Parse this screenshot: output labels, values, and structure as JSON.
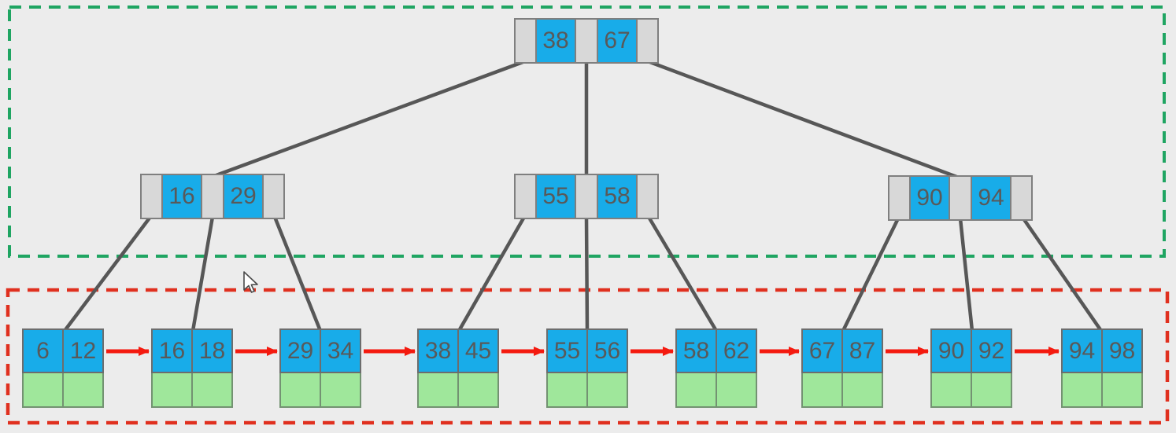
{
  "diagram": {
    "type": "b-plus-tree",
    "colors": {
      "background": "#ECECEC",
      "key_cell_fill": "#18ACE9",
      "pointer_cell_fill": "#D8D8D8",
      "record_cell_fill": "#9FE79B",
      "tree_edge": "#575757",
      "leaf_link_arrow": "#F41A0F",
      "index_region_border": "#1FA562",
      "leaf_region_border": "#E0301F",
      "number_text": "#595959"
    },
    "root": {
      "keys": [
        "38",
        "67"
      ]
    },
    "internal_nodes": [
      {
        "keys": [
          "16",
          "29"
        ]
      },
      {
        "keys": [
          "55",
          "58"
        ]
      },
      {
        "keys": [
          "90",
          "94"
        ]
      }
    ],
    "leaf_nodes": [
      {
        "keys": [
          "6",
          "12"
        ]
      },
      {
        "keys": [
          "16",
          "18"
        ]
      },
      {
        "keys": [
          "29",
          "34"
        ]
      },
      {
        "keys": [
          "38",
          "45"
        ]
      },
      {
        "keys": [
          "55",
          "56"
        ]
      },
      {
        "keys": [
          "58",
          "62"
        ]
      },
      {
        "keys": [
          "67",
          "87"
        ]
      },
      {
        "keys": [
          "90",
          "92"
        ]
      },
      {
        "keys": [
          "94",
          "98"
        ]
      }
    ]
  }
}
